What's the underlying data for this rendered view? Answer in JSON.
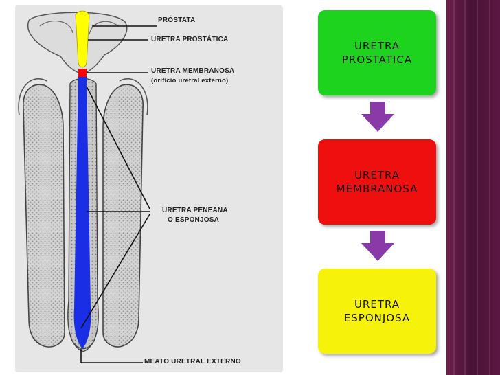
{
  "illustration": {
    "labels": {
      "prostata": "PRÓSTATA",
      "uretra_prostatica": "URETRA PROSTÁTICA",
      "uretra_membranosa": "URETRA MEMBRANOSA",
      "orificio": "(orificio uretral externo)",
      "uretra_peneana": "URETRA PENEANA",
      "esponjosa": "O ESPONJOSA",
      "meato": "MEATO URETRAL EXTERNO"
    }
  },
  "flow": {
    "steps": [
      {
        "label": "URETRA PROSTATICA",
        "color": "#1ed31e"
      },
      {
        "label": "URETRA MEMBRANOSA",
        "color": "#f00f0f"
      },
      {
        "label": "URETRA ESPONJOSA",
        "color": "#f7f20a"
      }
    ],
    "arrow_color": "#8a3aa8"
  },
  "theme": {
    "side_band": "#551440",
    "urethra_prostatic": "#ffff00",
    "urethra_membranous": "#ff0000",
    "urethra_spongy": "#1a2ee6"
  }
}
